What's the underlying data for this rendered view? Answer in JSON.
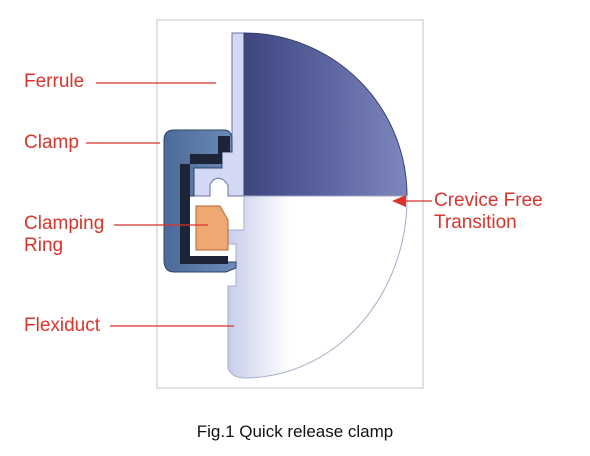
{
  "labels": {
    "ferrule": "Ferrule",
    "clamp": "Clamp",
    "clamping_ring_line1": "Clamping",
    "clamping_ring_line2": "Ring",
    "flexiduct": "Flexiduct",
    "crevice_line1": "Crevice Free",
    "crevice_line2": "Transition"
  },
  "caption": "Fig.1 Quick release clamp",
  "colors": {
    "callout_red": "#d8342c",
    "ferrule_dark": "#4f5893",
    "ferrule_light": "#d3d8f3",
    "clamp_blue": "#5a7aa6",
    "clamp_dark": "#1d2438",
    "clamping_ring_orange": "#f0a872",
    "flexiduct_white": "#ffffff"
  }
}
